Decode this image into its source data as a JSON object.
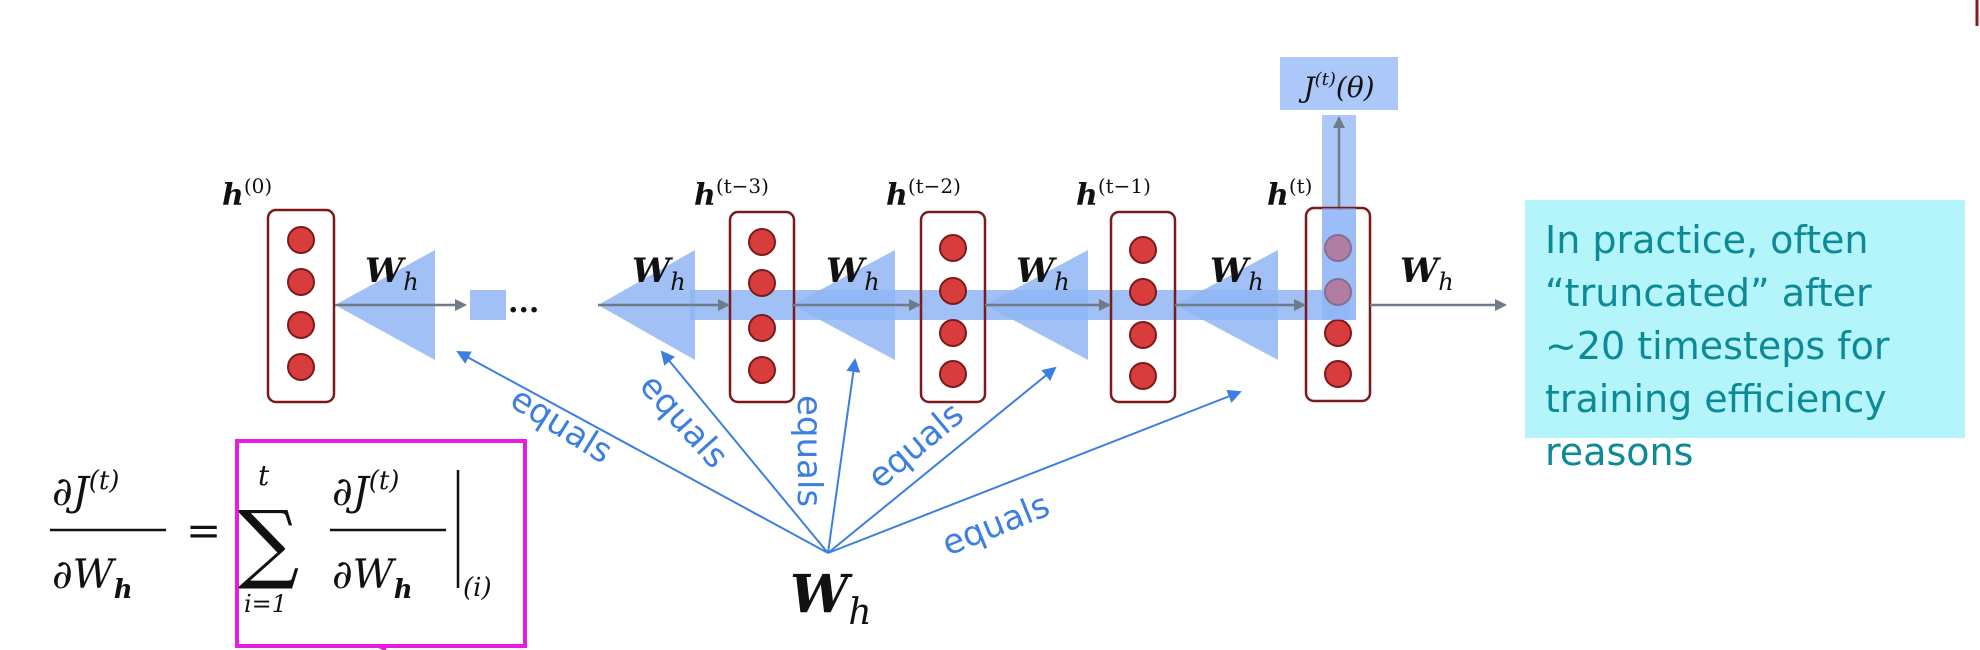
{
  "nodes": [
    {
      "label": "h",
      "sup": "(0)"
    },
    {
      "label": "h",
      "sup": "(t−3)"
    },
    {
      "label": "h",
      "sup": "(t−2)"
    },
    {
      "label": "h",
      "sup": "(t−1)"
    },
    {
      "label": "h",
      "sup": "(t)"
    }
  ],
  "weight_label": "W",
  "weight_sub": "h",
  "ellipsis": "...",
  "output": {
    "label": "J",
    "sup": "(t)",
    "arg": "(θ)"
  },
  "equals_label": "equals",
  "center_weight": {
    "label": "W",
    "sub": "h"
  },
  "formula": {
    "lhs_num": "∂J",
    "lhs_num_sup": "(t)",
    "lhs_den": "∂W",
    "lhs_den_sub": "h",
    "eq": "=",
    "sum": "∑",
    "sum_top": "t",
    "sum_bottom": "i=1",
    "rhs_num": "∂J",
    "rhs_num_sup": "(t)",
    "rhs_den": "∂W",
    "rhs_den_sub": "h",
    "eval_sub": "(i)"
  },
  "callout": "In practice, often “truncated” after ~20 timesteps for training efficiency reasons",
  "colors": {
    "node_border": "#7a1a1a",
    "neuron_fill": "#d93c3c",
    "arrow_gray": "#707a88",
    "backprop_blue": "#8fb5f5",
    "equals_blue": "#3d7fe0",
    "highlight_magenta": "#e81ce0",
    "callout_bg": "#b3f5fa",
    "callout_text": "#0d8a96"
  }
}
